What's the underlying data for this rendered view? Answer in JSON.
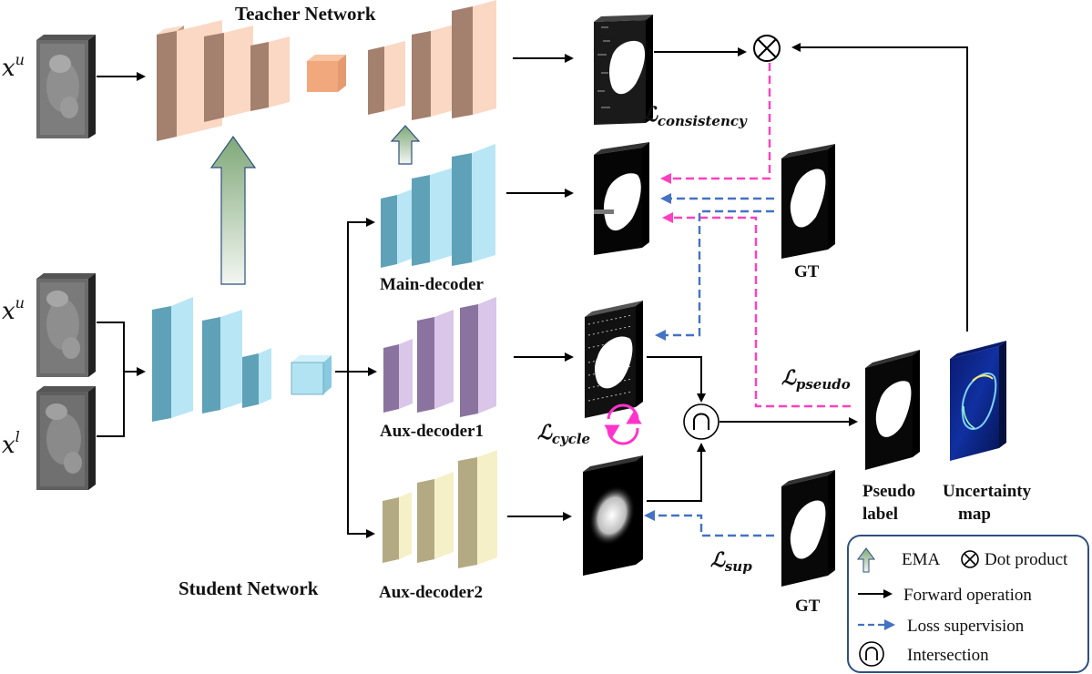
{
  "titles": {
    "teacher": "Teacher Network",
    "student": "Student Network"
  },
  "inputs": {
    "var": "x",
    "sup_u": "u",
    "sup_l": "l"
  },
  "decoders": {
    "main": "Main-decoder",
    "aux1": "Aux-decoder1",
    "aux2": "Aux-decoder2"
  },
  "ground_truth": {
    "top": "GT",
    "bottom": "GT"
  },
  "outputs": {
    "pseudo_label_line1": "Pseudo",
    "pseudo_label_line2": "label",
    "uncertainty_line1": "Uncertainty",
    "uncertainty_line2": "map"
  },
  "losses": {
    "symbol": "ℒ",
    "consistency": "consistency",
    "pseudo": "pseudo",
    "cycle": "cycle",
    "sup": "sup"
  },
  "operators": {
    "dot_product": "⊗",
    "intersection": "∩"
  },
  "legend": {
    "ema": "EMA",
    "dot_product": "Dot product",
    "forward": "Forward operation",
    "loss_supervision": "Loss supervision",
    "intersection": "Intersection"
  },
  "colors": {
    "teacher_block": "#f4c7a8",
    "student_block": "#a8dff0",
    "aux1_block": "#cbb3dc",
    "aux2_block": "#efe9b8",
    "pseudo_arrow": "#ff3fbf",
    "supervision_arrow": "#4472c4",
    "ema_arrow": "#8fb08a",
    "legend_border": "#2f4f7f"
  }
}
